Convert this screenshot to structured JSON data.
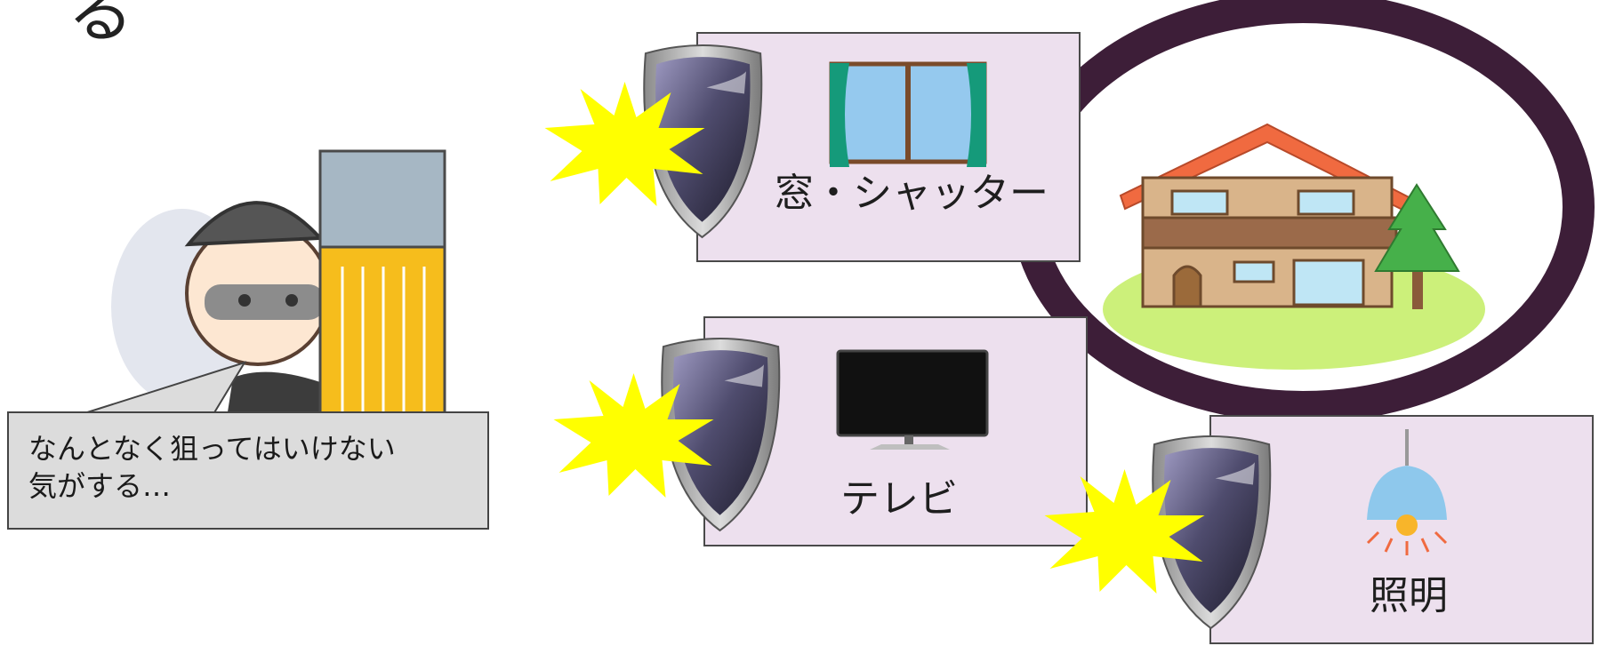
{
  "title_fragment": "る",
  "items": [
    {
      "label": "窓・シャッター",
      "icon": "window-icon"
    },
    {
      "label": "テレビ",
      "icon": "tv-icon"
    },
    {
      "label": "照明",
      "icon": "lamp-icon"
    }
  ],
  "speech_bubble": {
    "line1": "なんとなく狙ってはいけない",
    "line2": "気がする…"
  },
  "colors": {
    "panel": "#ede0ee",
    "ring": "#3d1e38",
    "flash": "#ffff00",
    "house_roof": "#f06a40",
    "grass": "#ccf07a"
  }
}
